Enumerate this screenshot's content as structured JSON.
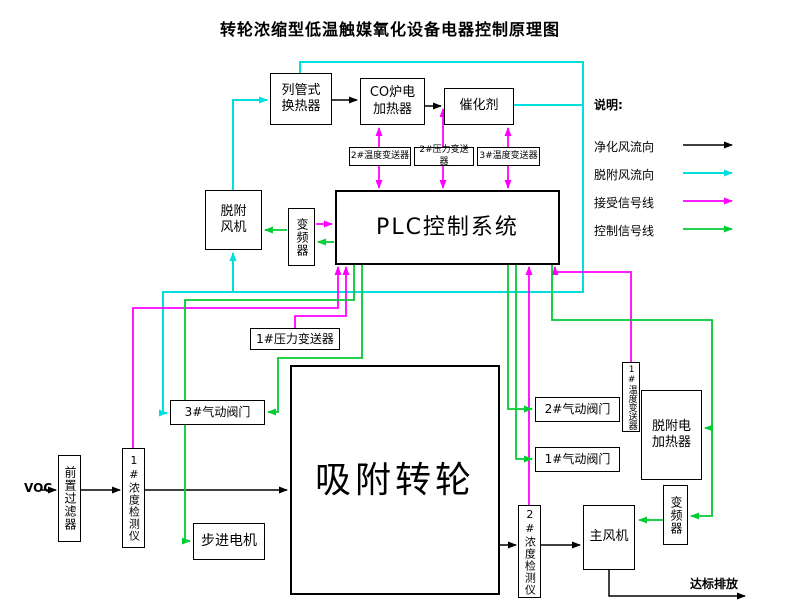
{
  "title": "转轮浓缩型低温触媒氧化设备电器控制原理图",
  "colors": {
    "purified_air": "#000000",
    "desorption_air": "#00dede",
    "receive_signal": "#ff00ff",
    "control_signal": "#00cc33"
  },
  "legend": {
    "heading": "说明:",
    "items": [
      {
        "label": "净化风流向",
        "color": "#000000"
      },
      {
        "label": "脱附风流向",
        "color": "#00dede"
      },
      {
        "label": "接受信号线",
        "color": "#ff00ff"
      },
      {
        "label": "控制信号线",
        "color": "#00cc33"
      }
    ]
  },
  "nodes": {
    "heat_exchanger": "列管式\n换热器",
    "co_heater": "CO炉电\n加热器",
    "catalyst": "催化剂",
    "t2_transmitter": "2#温度变送器",
    "p2_transmitter": "2#压力变送器",
    "t3_transmitter": "3#温度变送器",
    "plc": "PLC控制系统",
    "desorption_fan": "脱附\n风机",
    "vfd_left": "变频器",
    "p1_transmitter": "1#压力变送器",
    "valve3": "3#气动阀门",
    "wheel": "吸附转轮",
    "valve2": "2#气动阀门",
    "valve1": "1#气动阀门",
    "t1_transmitter": "1#温度变送器",
    "desorption_heater": "脱附电\n加热器",
    "pre_filter": "前置过滤器",
    "detector1": "1#浓度检测仪",
    "stepper_motor": "步进电机",
    "detector2": "2#浓度检测仪",
    "main_fan": "主风机",
    "vfd_right": "变频器",
    "voc_label": "VOC",
    "outlet_label": "达标排放"
  }
}
